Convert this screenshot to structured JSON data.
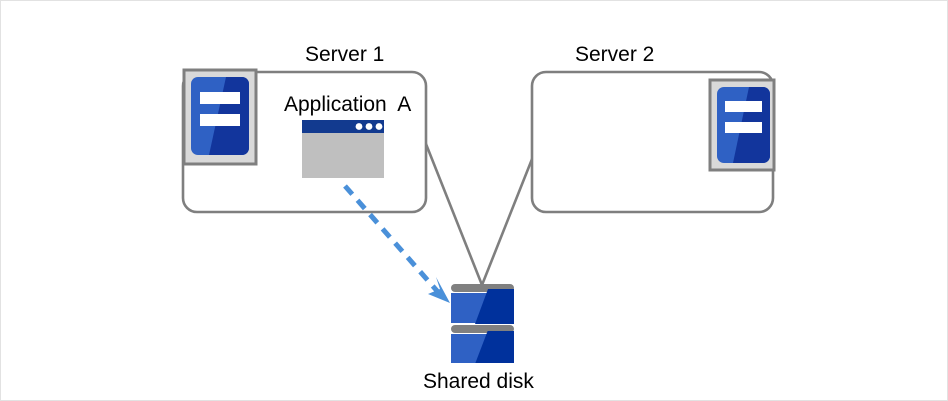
{
  "diagram": {
    "title_server1": "Server 1",
    "title_server2": "Server 2",
    "application_label": "Application  A",
    "storage_label": "Shared disk",
    "colors": {
      "box_border": "#7f7f7f",
      "connector_line": "#7f7f7f",
      "icon_blue_light": "#2f61c4",
      "icon_blue_dark": "#12359c",
      "icon_frame_fill": "#d9d9d9",
      "icon_frame_border": "#7f7f7f",
      "window_titlebar": "#123a8f",
      "window_body": "#bfbfbf",
      "disk_band": "#808080",
      "arrow_blue": "#4a90d9",
      "page_border": "#e2e2e2",
      "text": "#000000"
    },
    "nodes": [
      {
        "id": "server1",
        "name": "Server 1",
        "type": "server-box",
        "hosts": "Application  A"
      },
      {
        "id": "server2",
        "name": "Server 2",
        "type": "server-box",
        "hosts": ""
      },
      {
        "id": "shared-disk",
        "name": "Shared disk",
        "type": "storage"
      }
    ],
    "connections": [
      {
        "from": "server1",
        "to": "shared-disk",
        "style": "solid",
        "color": "#7f7f7f"
      },
      {
        "from": "server2",
        "to": "shared-disk",
        "style": "solid",
        "color": "#7f7f7f"
      },
      {
        "from": "application-a",
        "to": "shared-disk",
        "style": "dashed-arrow",
        "color": "#4a90d9"
      }
    ],
    "icons": {
      "server": "server-icon",
      "application_window": "app-window-icon",
      "storage": "disk-stack-icon",
      "access_arrow": "dashed-arrow-icon"
    }
  }
}
